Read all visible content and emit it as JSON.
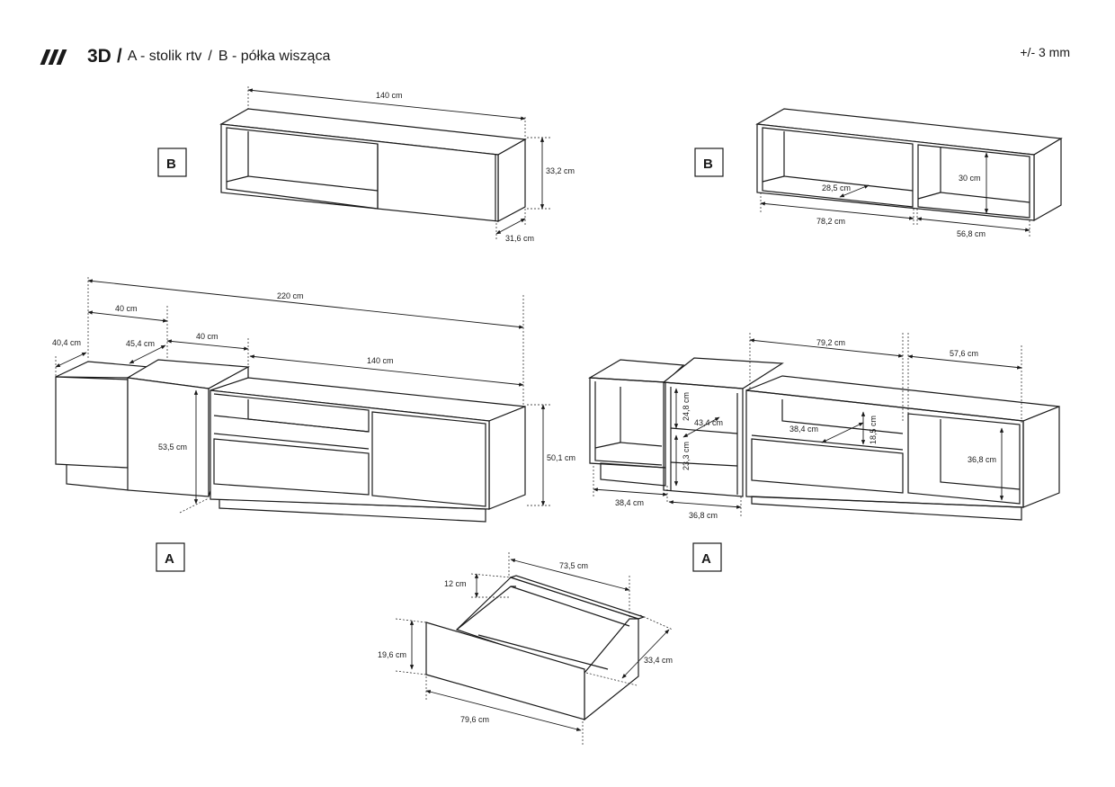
{
  "header": {
    "title": "3D",
    "slash": "/",
    "part_a": "A - stolik rtv",
    "divider": "/",
    "part_b": "B - półka wisząca",
    "tolerance": "+/- 3 mm"
  },
  "labels": {
    "a": "A",
    "b": "B"
  },
  "dims": {
    "shelf_front_width": "140 cm",
    "shelf_front_height": "33,2 cm",
    "shelf_front_depth": "31,6 cm",
    "shelf_open_depth": "28,5 cm",
    "shelf_open_height": "30 cm",
    "shelf_open_left": "78,2 cm",
    "shelf_open_right": "56,8 cm",
    "tv_total": "220 cm",
    "tv_top_40a": "40 cm",
    "tv_depth_left": "40,4 cm",
    "tv_depth_mid": "45,4 cm",
    "tv_top_40b": "40 cm",
    "tv_main_width": "140 cm",
    "tv_mid_height": "53,5 cm",
    "tv_main_height": "50,1 cm",
    "tv_open_792": "79,2 cm",
    "tv_open_576": "57,6 cm",
    "tv_open_248": "24,8 cm",
    "tv_open_434": "43,4 cm",
    "tv_open_233": "23,3 cm",
    "tv_open_384b": "38,4 cm",
    "tv_open_185": "18,5 cm",
    "tv_open_368": "36,8 cm",
    "tv_open_384": "38,4 cm",
    "tv_open_368b": "36,8 cm",
    "drawer_735": "73,5 cm",
    "drawer_12": "12 cm",
    "drawer_196": "19,6 cm",
    "drawer_334": "33,4 cm",
    "drawer_796": "79,6 cm"
  }
}
